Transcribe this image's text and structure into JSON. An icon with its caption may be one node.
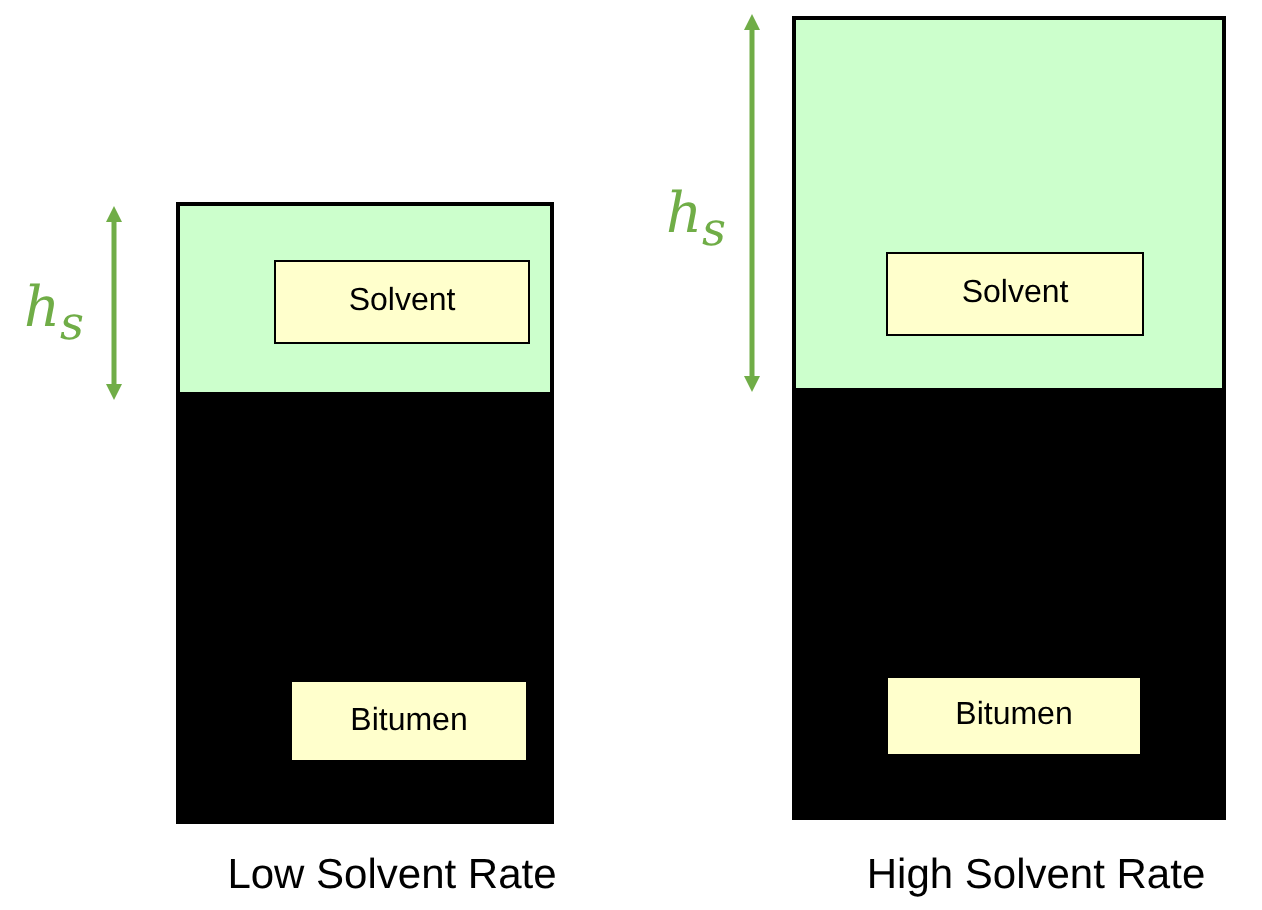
{
  "diagram": {
    "nodes": [
      {
        "text": [
          "Solvent"
        ]
      },
      {
        "text": [
          "Bitumen"
        ]
      },
      {
        "text": [
          "Solvent"
        ]
      },
      {
        "text": [
          "Bitumen"
        ]
      }
    ],
    "labels": [
      "h$_{s}$",
      "Low Solvent Rate",
      "h$_{s}$",
      "High Solvent Rate"
    ]
  }
}
